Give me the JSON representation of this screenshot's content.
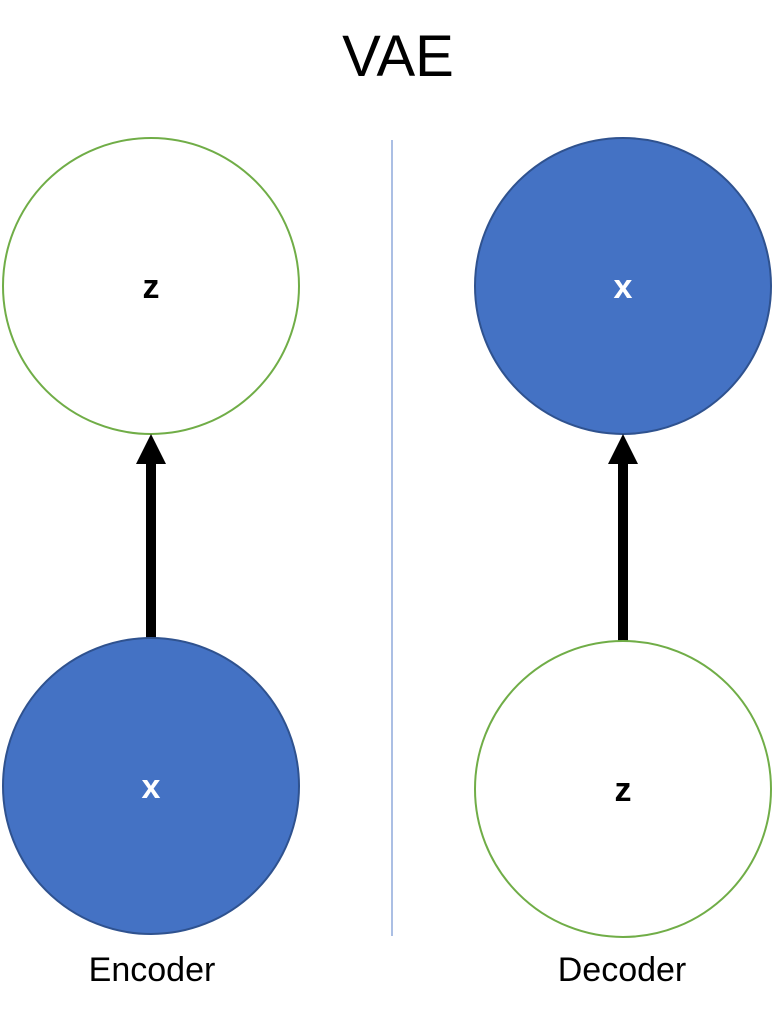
{
  "title": "VAE",
  "colors": {
    "observed_fill": "#4472C4",
    "observed_stroke": "#2F528F",
    "latent_fill": "#FFFFFF",
    "latent_stroke": "#70AD47",
    "divider": "#8FAADC",
    "arrow": "#000000",
    "text": "#000000",
    "observed_text": "#FFFFFF"
  },
  "panels": [
    {
      "caption": "Encoder",
      "top_node": {
        "label": "z",
        "kind": "latent"
      },
      "bottom_node": {
        "label": "x",
        "kind": "observed"
      }
    },
    {
      "caption": "Decoder",
      "top_node": {
        "label": "x",
        "kind": "observed"
      },
      "bottom_node": {
        "label": "z",
        "kind": "latent"
      }
    }
  ]
}
